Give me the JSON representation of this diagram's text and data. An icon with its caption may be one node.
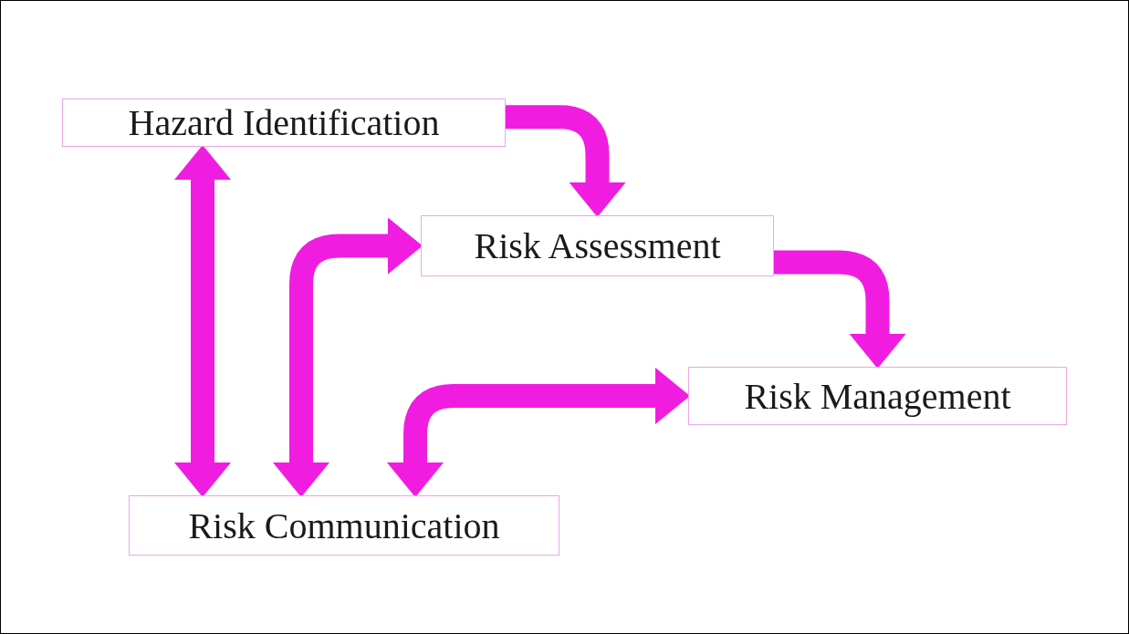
{
  "diagram": {
    "nodes": [
      {
        "text": [
          "Hazard Identification"
        ]
      },
      {
        "text": [
          "Risk Assessment"
        ]
      },
      {
        "text": [
          "Risk Management"
        ]
      },
      {
        "text": [
          "Risk Communication"
        ]
      }
    ],
    "edges": [
      {
        "from": 0,
        "to": 1,
        "arrow": "to"
      },
      {
        "from": 1,
        "to": 2,
        "arrow": "to"
      },
      {
        "from": 0,
        "to": 3,
        "arrow": "both"
      },
      {
        "from": 1,
        "to": 3,
        "arrow": "both"
      },
      {
        "from": 2,
        "to": 3,
        "arrow": "both"
      }
    ]
  }
}
